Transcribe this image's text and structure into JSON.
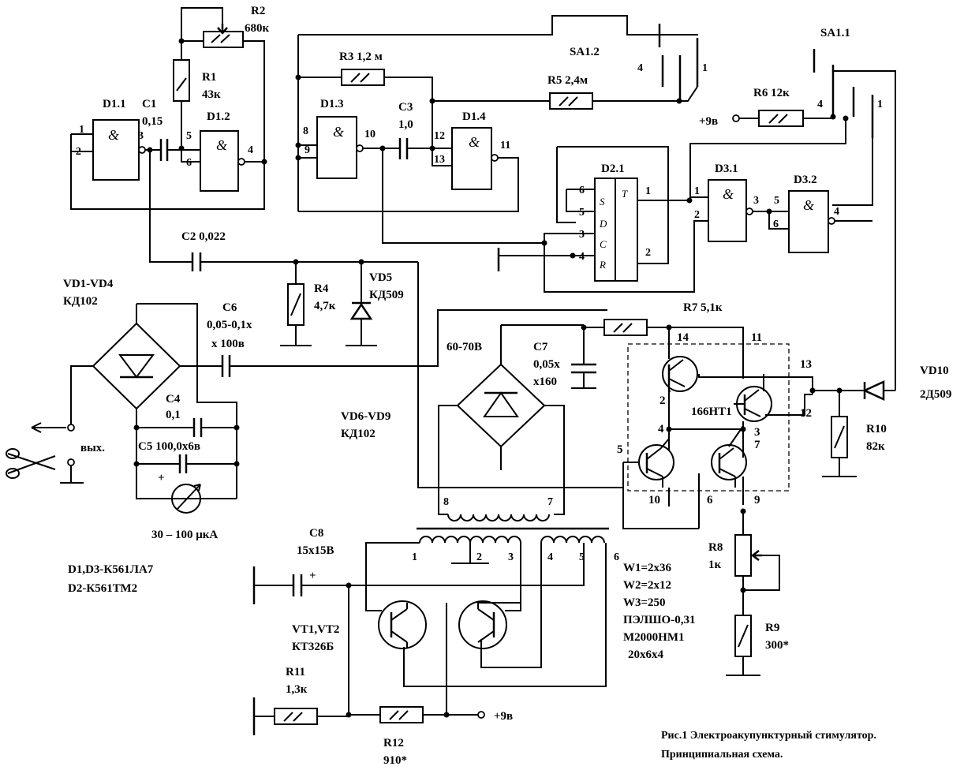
{
  "gates": {
    "d11": "D1.1",
    "d12": "D1.2",
    "d13": "D1.3",
    "d14": "D1.4",
    "d21": "D2.1",
    "d31": "D3.1",
    "d32": "D3.2",
    "and_sym": "&",
    "trig_pins": [
      "S",
      "D",
      "C",
      "R"
    ],
    "trig_t": "T"
  },
  "resistors": {
    "r1_name": "R1",
    "r1_val": "43к",
    "r2_name": "R2",
    "r2_val": "680к",
    "r3": "R3 1,2 м",
    "r4_name": "R4",
    "r4_val": "4,7к",
    "r5": "R5 2,4м",
    "r6": "R6 12к",
    "r7": "R7 5,1к",
    "r8_name": "R8",
    "r8_val": "1к",
    "r9_name": "R9",
    "r9_val": "300*",
    "r10_name": "R10",
    "r10_val": "82к",
    "r11_name": "R11",
    "r11_val": "1,3к",
    "r12_name": "R12",
    "r12_val": "910*"
  },
  "capacitors": {
    "c1_name": "C1",
    "c1_val": "0,15",
    "c2": "C2 0,022",
    "c3_name": "C3",
    "c3_val": "1,0",
    "c4_name": "C4",
    "c4_val": "0,1",
    "c5": "C5 100,0x6в",
    "c6_name": "C6",
    "c6_val1": "0,05-0,1x",
    "c6_val2": "x 100в",
    "c7_name": "C7",
    "c7_val1": "0,05x",
    "c7_val2": "x160",
    "c8_name": "C8",
    "c8_val": "15x15B"
  },
  "semis": {
    "vd1": "VD1-VD4",
    "vd1_type": "КД102",
    "vd5": "VD5",
    "vd5_type": "КД509",
    "vd6": "VD6-VD9",
    "vd6_type": "КД102",
    "vd10": "VD10",
    "vd10_type": "2Д509",
    "vt": "VT1,VT2",
    "vt_type": "КТ326Б",
    "ic": "166НТ1"
  },
  "switches": {
    "sa11": "SA1.1",
    "sa12": "SA1.2"
  },
  "supply": {
    "v1": "+9в",
    "v2": "+9в",
    "hv": "60-70В",
    "out": "вых."
  },
  "meter": "30 – 100 μкА",
  "chips": {
    "d1d3": "D1,D3-К561ЛА7",
    "d2": "D2-К561ТМ2"
  },
  "winding": {
    "w1": "W1=2x36",
    "w2": "W2=2x12",
    "w3": "W3=250",
    "wire": "ПЭЛШО-0,31",
    "core": "М2000НМ1",
    "size": "20x6x4"
  },
  "caption": {
    "line1": "Рис.1 Электроакупунктурный стимулятор.",
    "line2": "Принципиальная схема."
  },
  "pins": {
    "p1": "1",
    "p2": "2",
    "p3": "3",
    "p4": "4",
    "p5": "5",
    "p6": "6",
    "p7": "7",
    "p8": "8",
    "p9": "9",
    "p10": "10",
    "p11": "11",
    "p12": "12",
    "p13": "13",
    "p14": "14",
    "plus": "+"
  }
}
